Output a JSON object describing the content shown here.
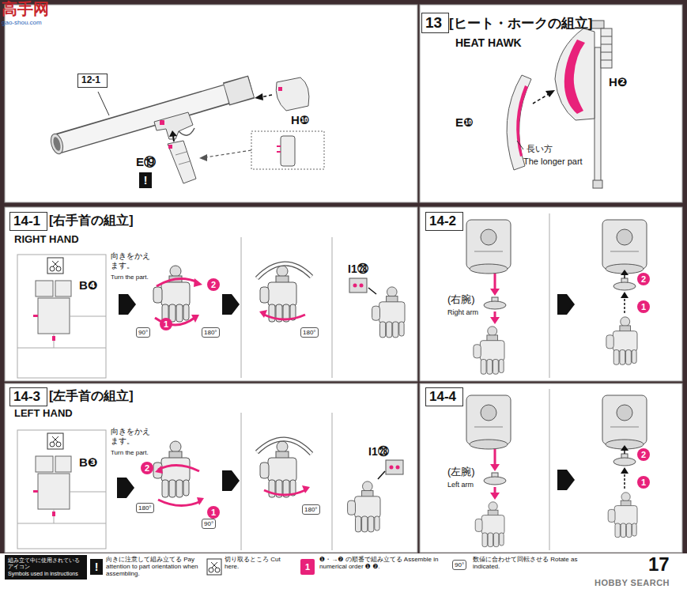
{
  "diagram": {
    "nodes": [
      {
        "text": [
          "12-1"
        ]
      },
      {
        "text": [
          "13"
        ]
      },
      {
        "text": [
          "14-1"
        ]
      },
      {
        "text": [
          "14-2"
        ]
      },
      {
        "text": [
          "14-3"
        ]
      },
      {
        "text": [
          "14-4"
        ]
      },
      {
        "text": [
          "組み立て中に使用されているアイコン",
          "Symbols used in instructions"
        ]
      }
    ],
    "labels": [
      "高手网",
      "gao-shou.com",
      "H❿",
      "E⑲",
      "!",
      "長い方",
      "The longer part",
      "E❿",
      "H❷",
      "[ヒート・ホークの組立]",
      "HEAT HAWK",
      "[右手首の組立]",
      "RIGHT HAND",
      "B❹",
      "向きをかえます。",
      "Turn the part.",
      "1",
      "2",
      "90°",
      "180°",
      "180°",
      "I1㉘",
      "(右腕)",
      "Right arm",
      "2",
      "1",
      "[左手首の組立]",
      "LEFT HAND",
      "B❸",
      "向きをかえます。",
      "Turn the part.",
      "2",
      "1",
      "180°",
      "90°",
      "180°",
      "I1㉘",
      "(左腕)",
      "Left arm",
      "2",
      "1",
      "!",
      "1",
      "90°",
      "17",
      "HOBBY SEARCH"
    ],
    "legend": [
      {
        "text": "向きに注意して組み立てる Pay attention to part orientation when assembling."
      },
      {
        "text": "切り取るところ Cut here."
      },
      {
        "text": "❶・→❷ の順番で組み立てる Assemble in numerical order ❶ ❷."
      },
      {
        "text": "数値に合わせて回転させる Rotate as indicated."
      }
    ]
  }
}
